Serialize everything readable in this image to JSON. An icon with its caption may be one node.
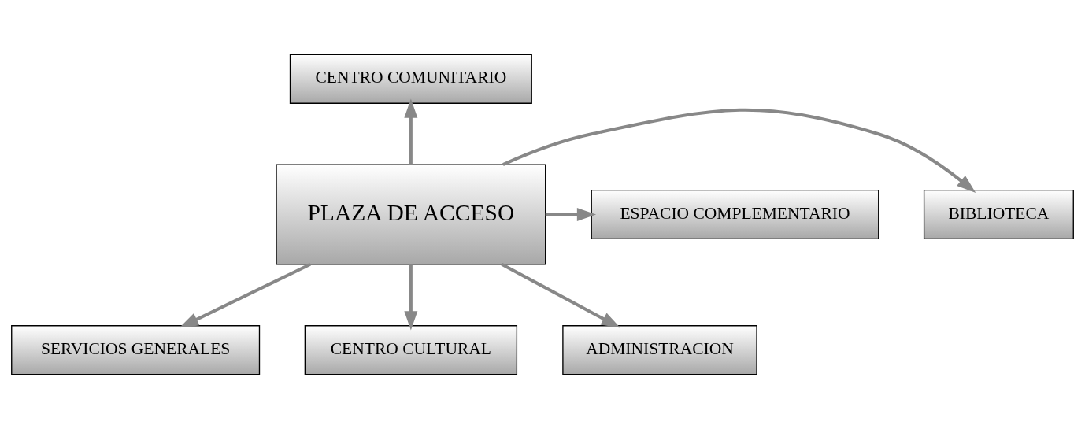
{
  "diagram": {
    "nodes": [
      {
        "text": [
          "CENTRO COMUNITARIO"
        ]
      },
      {
        "text": [
          "BIBLIOTECA"
        ]
      },
      {
        "text": [
          "PLAZA DE ACCESO"
        ]
      },
      {
        "text": [
          "ESPACIO COMPLEMENTARIO"
        ]
      },
      {
        "text": [
          "SERVICIOS GENERALES"
        ]
      },
      {
        "text": [
          "CENTRO CULTURAL"
        ]
      },
      {
        "text": [
          "ADMINISTRACION"
        ]
      }
    ],
    "edges": [
      {
        "from": 2,
        "to": 0,
        "arrow": "to"
      },
      {
        "from": 2,
        "to": 1,
        "arrow": "to"
      },
      {
        "from": 2,
        "to": 3,
        "arrow": "to"
      },
      {
        "from": 2,
        "to": 4,
        "arrow": "to"
      },
      {
        "from": 2,
        "to": 5,
        "arrow": "to"
      },
      {
        "from": 2,
        "to": 6,
        "arrow": "to"
      }
    ]
  }
}
